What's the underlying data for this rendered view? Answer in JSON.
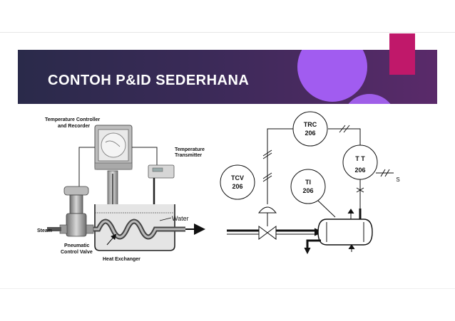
{
  "slide": {
    "title": "CONTOH P&ID SEDERHANA"
  },
  "left_diagram": {
    "temp_controller_line1": "Temperature Controller",
    "temp_controller_line2": "and Recorder",
    "temp_transmitter_line1": "Temperature",
    "temp_transmitter_line2": "Transmitter",
    "steam_label": "Steam",
    "valve_line1": "Pneumatic",
    "valve_line2": "Control Valve",
    "water_label": "Water",
    "heat_exchanger_label": "Heat Exchanger"
  },
  "right_diagram": {
    "trc_tag": "TRC",
    "trc_number": "206",
    "tt_tag": "T T",
    "tt_number": "206",
    "tcv_tag": "TCV",
    "tcv_number": "206",
    "ti_tag": "TI",
    "ti_number": "206",
    "s_label": "S"
  },
  "colors": {
    "banner_start": "#2a2a4a",
    "banner_end": "#5a2a6a",
    "circle": "#a15cf0",
    "accent": "#c0186a"
  }
}
